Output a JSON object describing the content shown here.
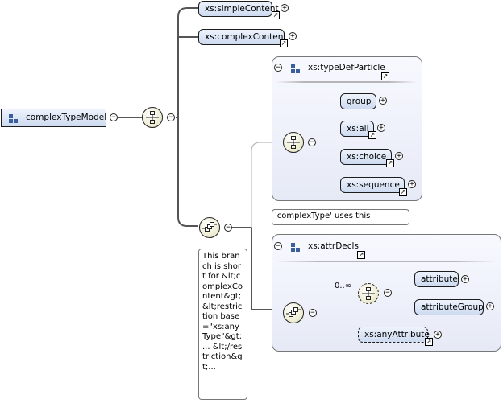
{
  "root": {
    "label": "complexTypeModel"
  },
  "branches": {
    "simple_content": "xs:simpleContent",
    "complex_content": "xs:complexContent"
  },
  "type_def_group": {
    "title": "xs:typeDefParticle",
    "children": [
      "group",
      "xs:all",
      "xs:choice",
      "xs:sequence"
    ],
    "usage_note": "'complexType' uses this"
  },
  "shortcut_note": "This branch is short for &lt;complexContent&gt; &lt;restriction base=\"xs:anyType\"&gt; ... &lt;/restriction&gt;...",
  "attr_decls_group": {
    "title": "xs:attrDecls",
    "cardinality": "0..∞",
    "children": [
      "attribute",
      "attributeGroup"
    ],
    "any_attribute": "xs:anyAttribute"
  },
  "symbols": {
    "expand": "+",
    "collapse": "−",
    "link": "↗"
  },
  "colors": {
    "element_fill": "#cddaf0",
    "group_fill": "#e6eaf6",
    "compositor_fill": "#ecebcf",
    "line": "#555555",
    "line_light": "#bbbbbb"
  }
}
